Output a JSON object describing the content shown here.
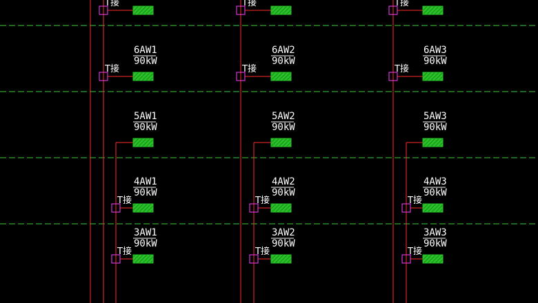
{
  "colors": {
    "background": "#000000",
    "riser": "#ff2a2a",
    "floor_line": "#3fd13f",
    "node": "#ff40ff",
    "panel_fill": "#29c029",
    "panel_hatch": "#0a6a0a",
    "text": "#ffffff"
  },
  "panels": [
    {
      "id": "top-c1",
      "name": "",
      "power": "",
      "tag": "T接"
    },
    {
      "id": "top-c2",
      "name": "",
      "power": "",
      "tag": "T接"
    },
    {
      "id": "top-c3",
      "name": "",
      "power": "",
      "tag": "T接"
    },
    {
      "id": "6aw1",
      "name": "6AW1",
      "power": "90kW",
      "tag": "T接"
    },
    {
      "id": "6aw2",
      "name": "6AW2",
      "power": "90kW",
      "tag": "T接"
    },
    {
      "id": "6aw3",
      "name": "6AW3",
      "power": "90kW",
      "tag": "T接"
    },
    {
      "id": "5aw1",
      "name": "5AW1",
      "power": "90kW",
      "tag": ""
    },
    {
      "id": "5aw2",
      "name": "5AW2",
      "power": "90kW",
      "tag": ""
    },
    {
      "id": "5aw3",
      "name": "5AW3",
      "power": "90kW",
      "tag": ""
    },
    {
      "id": "4aw1",
      "name": "4AW1",
      "power": "90kW",
      "tag": "T接"
    },
    {
      "id": "4aw2",
      "name": "4AW2",
      "power": "90kW",
      "tag": "T接"
    },
    {
      "id": "4aw3",
      "name": "4AW3",
      "power": "90kW",
      "tag": "T接"
    },
    {
      "id": "3aw1",
      "name": "3AW1",
      "power": "90kW",
      "tag": "T接"
    },
    {
      "id": "3aw2",
      "name": "3AW2",
      "power": "90kW",
      "tag": "T接"
    },
    {
      "id": "3aw3",
      "name": "3AW3",
      "power": "90kW",
      "tag": "T接"
    }
  ]
}
